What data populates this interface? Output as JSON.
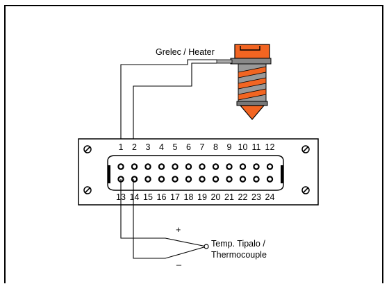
{
  "heater": {
    "label": "Grelec / Heater",
    "colors": {
      "orange": "#f26522",
      "gray": "#999999",
      "dark": "#555555"
    }
  },
  "connector": {
    "top_row": [
      "1",
      "2",
      "3",
      "4",
      "5",
      "6",
      "7",
      "8",
      "9",
      "10",
      "11",
      "12"
    ],
    "bottom_row": [
      "13",
      "14",
      "15",
      "16",
      "17",
      "18",
      "19",
      "20",
      "21",
      "22",
      "23",
      "24"
    ]
  },
  "thermocouple": {
    "label_line1": "Temp. Tipalo /",
    "label_line2": "Thermocouple",
    "plus": "+",
    "minus": "_"
  }
}
